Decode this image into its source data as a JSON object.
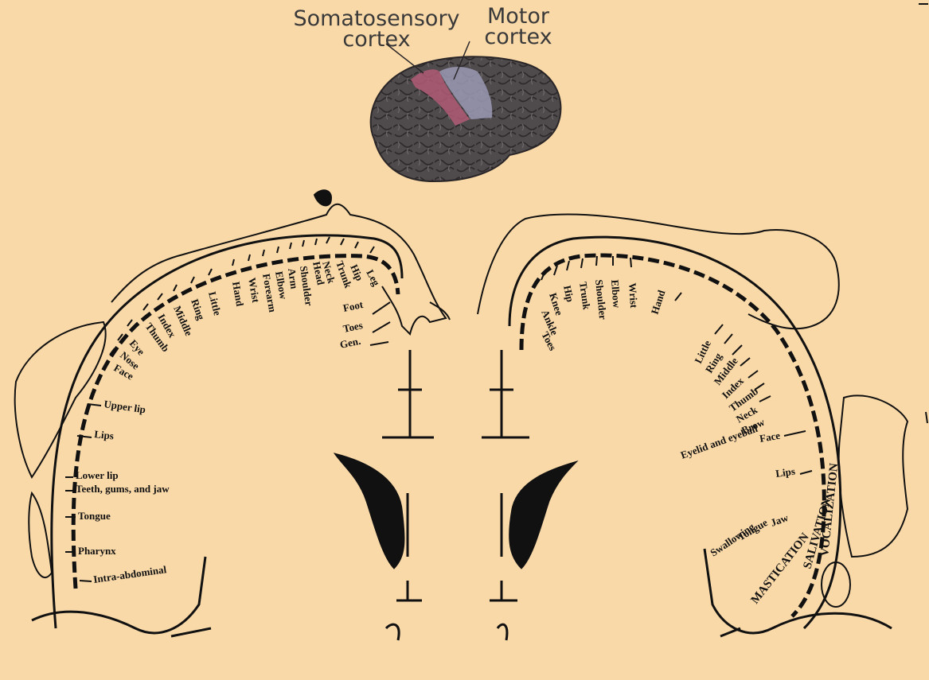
{
  "header": {
    "somatosensory": "Somatosensory\ncortex",
    "motor": "Motor\ncortex"
  },
  "colors": {
    "background": "#fad9a8",
    "brain": "#4f4a4c",
    "somatosensory_strip": "#b05a75",
    "motor_strip": "#9b9ab5",
    "ink": "#111111"
  },
  "sensory": {
    "labels": [
      "Leg",
      "Hip",
      "Trunk",
      "Neck",
      "Head",
      "Shoulder",
      "Arm",
      "Elbow",
      "Forearm",
      "Wrist",
      "Hand",
      "Little",
      "Ring",
      "Middle",
      "Index",
      "Thumb",
      "Eye",
      "Nose",
      "Face",
      "Upper lip",
      "Lips",
      "Lower lip",
      "Teeth, gums, and jaw",
      "Tongue",
      "Pharynx",
      "Intra-abdominal",
      "Foot",
      "Toes",
      "Gen."
    ]
  },
  "motor": {
    "labels": [
      "Toes",
      "Ankle",
      "Knee",
      "Hip",
      "Trunk",
      "Shoulder",
      "Elbow",
      "Wrist",
      "Hand",
      "Little",
      "Ring",
      "Middle",
      "Index",
      "Thumb",
      "Neck",
      "Brow",
      "Eyelid and eyeball",
      "Face",
      "Lips",
      "Jaw",
      "Tongue",
      "Swallowing"
    ],
    "side_labels": [
      "VOCALIZATION",
      "SALIVATION",
      "MASTICATION"
    ]
  }
}
